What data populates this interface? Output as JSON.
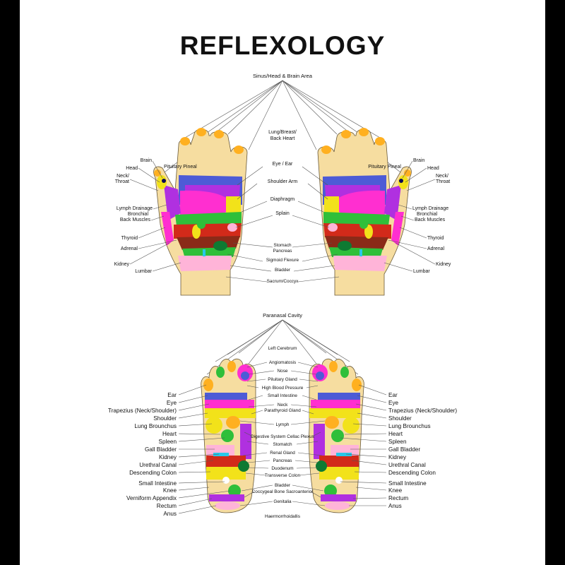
{
  "title": "REFLEXOLOGY",
  "hands": {
    "top_label": "Sinus/Head & Brain Area",
    "center_labels": [
      "Lung/Breast/",
      "Back Heart",
      "Eye / Ear",
      "Shoulder Arm",
      "Diaphragm",
      "Splain",
      "Stomach",
      "Pancreas",
      "Sigmoid Flexure",
      "Bladder",
      "Sacrum/Coccyx"
    ],
    "side_labels": [
      "Brain",
      "Pituitary Pineal",
      "Head",
      "Neck/",
      "Throat",
      "Lymph Drainage",
      "Bronchial",
      "Back Muscles",
      "Thyroid",
      "Adrenal",
      "Kidney",
      "Lumbar"
    ]
  },
  "feet": {
    "top_label": "Paranasal Cavity",
    "center_labels": [
      "Left Cerebrum",
      "Angiomatosis",
      "Nose",
      "Piluitary Gland",
      "High Blood Pressure",
      "Small Intestine",
      "Neck",
      "Parathyroid Gland",
      "Lymph",
      "Digestive System Cellac Plexus",
      "Stomatch",
      "Renal Gland",
      "Pancreas",
      "Duodenum",
      "Transverse Colon",
      "Bladder",
      "Coccygeal Bone Sacroanterior",
      "Genitalia",
      "Haermorrhoidallis"
    ],
    "side_labels": [
      "Ear",
      "Eye",
      "Trapezius (Neck/Shoulder)",
      "Shoulder",
      "Lung Brounchus",
      "Heart",
      "Spleen",
      "Gall Bladder",
      "Kidney",
      "Urethral Canal",
      "Descending Colon",
      "Small Intestine",
      "Knee",
      "Verniform Appendix",
      "Rectum",
      "Anus"
    ]
  },
  "colors": {
    "skin": "#F6DDA0",
    "toe": "#FFB020",
    "blue": "#4D5BD6",
    "violet": "#B030E0",
    "magenta": "#FF2FD0",
    "pink_light": "#FFB4D8",
    "yellow": "#F2E21A",
    "green": "#2FBF3A",
    "dark_green": "#0E7A32",
    "red": "#D22A1A",
    "brown": "#8A2A18",
    "cyan": "#28C8E8"
  }
}
